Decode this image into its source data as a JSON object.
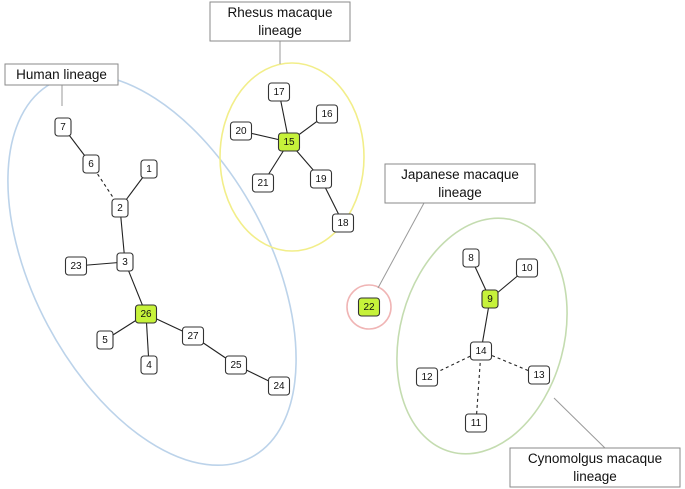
{
  "lineages": [
    {
      "id": "human",
      "lines": [
        "Human lineage"
      ],
      "color": "#bcd3ea"
    },
    {
      "id": "rhesus",
      "lines": [
        "Rhesus macaque",
        "lineage"
      ],
      "color": "#f2ee8a"
    },
    {
      "id": "japanese",
      "lines": [
        "Japanese macaque",
        "lineage"
      ],
      "color": "#f0b5b5"
    },
    {
      "id": "cyno",
      "lines": [
        "Cynomolgus macaque",
        "lineage"
      ],
      "color": "#c4dcb0"
    }
  ],
  "colors": {
    "hub_node_fill": "#c6f23a",
    "node_fill": "#ffffff",
    "node_stroke": "#333333",
    "edge": "#222222"
  },
  "nodes": [
    {
      "label": "7"
    },
    {
      "label": "6"
    },
    {
      "label": "1"
    },
    {
      "label": "2"
    },
    {
      "label": "23"
    },
    {
      "label": "3"
    },
    {
      "label": "26",
      "hub": true
    },
    {
      "label": "5"
    },
    {
      "label": "4"
    },
    {
      "label": "27"
    },
    {
      "label": "25"
    },
    {
      "label": "24"
    },
    {
      "label": "17"
    },
    {
      "label": "16"
    },
    {
      "label": "20"
    },
    {
      "label": "15",
      "hub": true
    },
    {
      "label": "21"
    },
    {
      "label": "19"
    },
    {
      "label": "18"
    },
    {
      "label": "22",
      "hub": true
    },
    {
      "label": "8"
    },
    {
      "label": "10"
    },
    {
      "label": "9",
      "hub": true
    },
    {
      "label": "14"
    },
    {
      "label": "12"
    },
    {
      "label": "13"
    },
    {
      "label": "11"
    }
  ],
  "edges": [
    {
      "from": "7",
      "to": "6"
    },
    {
      "from": "6",
      "to": "2",
      "dashed": true
    },
    {
      "from": "1",
      "to": "2"
    },
    {
      "from": "2",
      "to": "3"
    },
    {
      "from": "23",
      "to": "3"
    },
    {
      "from": "3",
      "to": "26"
    },
    {
      "from": "26",
      "to": "5"
    },
    {
      "from": "26",
      "to": "4"
    },
    {
      "from": "26",
      "to": "27"
    },
    {
      "from": "27",
      "to": "25"
    },
    {
      "from": "25",
      "to": "24"
    },
    {
      "from": "17",
      "to": "15"
    },
    {
      "from": "16",
      "to": "15"
    },
    {
      "from": "20",
      "to": "15"
    },
    {
      "from": "21",
      "to": "15"
    },
    {
      "from": "15",
      "to": "19"
    },
    {
      "from": "19",
      "to": "18"
    },
    {
      "from": "8",
      "to": "9"
    },
    {
      "from": "10",
      "to": "9"
    },
    {
      "from": "9",
      "to": "14"
    },
    {
      "from": "14",
      "to": "12",
      "dashed": true
    },
    {
      "from": "14",
      "to": "13",
      "dashed": true
    },
    {
      "from": "14",
      "to": "11",
      "dashed": true
    }
  ]
}
